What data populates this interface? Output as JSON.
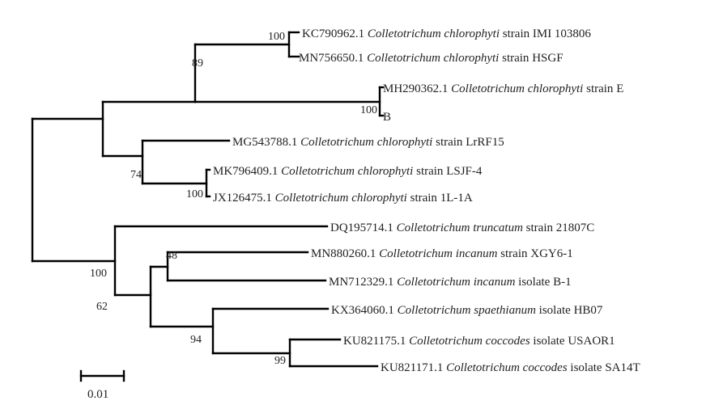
{
  "tree": {
    "taxa": [
      {
        "id": "t1",
        "accession": "KC790962.1",
        "species": "Colletotrichum chlorophyti",
        "type": "strain",
        "name": "IMI 103806"
      },
      {
        "id": "t2",
        "accession": "MN756650.1",
        "species": "Colletotrichum chlorophyti",
        "type": "strain",
        "name": "HSGF"
      },
      {
        "id": "t3",
        "accession": "MH290362.1",
        "species": "Colletotrichum chlorophyti",
        "type": "strain",
        "name": "E"
      },
      {
        "id": "t4",
        "accession": "",
        "species": "",
        "type": "",
        "name": "B"
      },
      {
        "id": "t5",
        "accession": "MG543788.1",
        "species": "Colletotrichum chlorophyti",
        "type": "strain",
        "name": "LrRF15"
      },
      {
        "id": "t6",
        "accession": "MK796409.1",
        "species": "Colletotrichum chlorophyti",
        "type": "strain",
        "name": "LSJF-4"
      },
      {
        "id": "t7",
        "accession": "JX126475.1",
        "species": "Colletotrichum chlorophyti",
        "type": "strain",
        "name": "1L-1A"
      },
      {
        "id": "t8",
        "accession": "DQ195714.1",
        "species": "Colletotrichum truncatum",
        "type": "strain",
        "name": "21807C"
      },
      {
        "id": "t9",
        "accession": "MN880260.1",
        "species": "Colletotrichum incanum",
        "type": "strain",
        "name": "XGY6-1"
      },
      {
        "id": "t10",
        "accession": "MN712329.1",
        "species": "Colletotrichum incanum",
        "type": "isolate",
        "name": "B-1"
      },
      {
        "id": "t11",
        "accession": "KX364060.1",
        "species": "Colletotrichum spaethianum",
        "type": "isolate",
        "name": "HB07"
      },
      {
        "id": "t12",
        "accession": "KU821175.1",
        "species": "Colletotrichum coccodes",
        "type": "isolate",
        "name": "USAOR1"
      },
      {
        "id": "t13",
        "accession": "KU821171.1",
        "species": "Colletotrichum coccodes",
        "type": "isolate",
        "name": "SA14T"
      }
    ],
    "bootstrap": [
      "100",
      "89",
      "100",
      "74",
      "100",
      "100",
      "48",
      "62",
      "94",
      "99"
    ],
    "scale_bar": {
      "label": "0.01"
    },
    "colors": {
      "branch": "#000000",
      "text": "#222222"
    }
  }
}
